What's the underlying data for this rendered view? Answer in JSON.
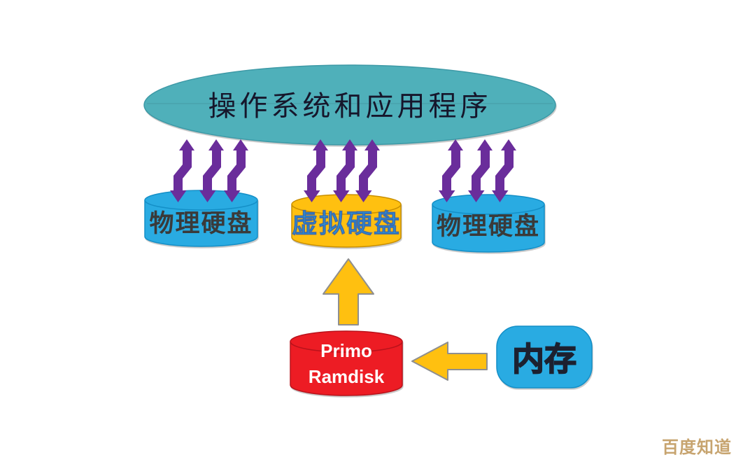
{
  "colors": {
    "background": "#ffffff",
    "teal": "#4fb0ba",
    "teal_stroke": "#3d99a6",
    "blue": "#29abe2",
    "blue_stroke": "#148fc7",
    "gold": "#ffc010",
    "gold_stroke": "#c98f00",
    "red": "#ed1c24",
    "red_stroke": "#b9121b",
    "purple": "#6a2d9b",
    "virtual_text": "#29abe2",
    "watermark_text": "#c7a46f"
  },
  "nodes": {
    "os": {
      "label": "操作系统和应用程序"
    },
    "disk_left": {
      "label": "物理硬盘"
    },
    "virtual_disk": {
      "label": "虚拟硬盘"
    },
    "disk_right": {
      "label": "物理硬盘"
    },
    "ramdisk": {
      "line1": "Primo",
      "line2": "Ramdisk"
    },
    "memory": {
      "label": "内存"
    }
  },
  "watermark": "百度知道"
}
